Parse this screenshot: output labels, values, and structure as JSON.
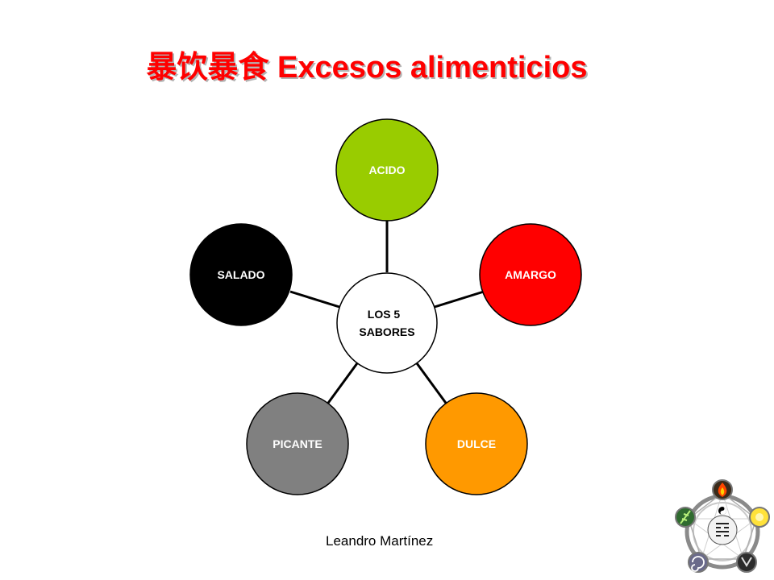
{
  "title": "暴饮暴食 Excesos alimenticios",
  "center": {
    "line1": "LOS 5",
    "line2": "SABORES"
  },
  "nodes": [
    {
      "id": "acido",
      "label": "ACIDO",
      "color": "#99cc00"
    },
    {
      "id": "amargo",
      "label": "AMARGO",
      "color": "#ff0000"
    },
    {
      "id": "dulce",
      "label": "DULCE",
      "color": "#ff9900"
    },
    {
      "id": "picante",
      "label": "PICANTE",
      "color": "#808080"
    },
    {
      "id": "salado",
      "label": "SALADO",
      "color": "#000000"
    }
  ],
  "footer": "Leandro Martínez",
  "emblem": {
    "icon": "wuxing-five-elements-icon"
  }
}
